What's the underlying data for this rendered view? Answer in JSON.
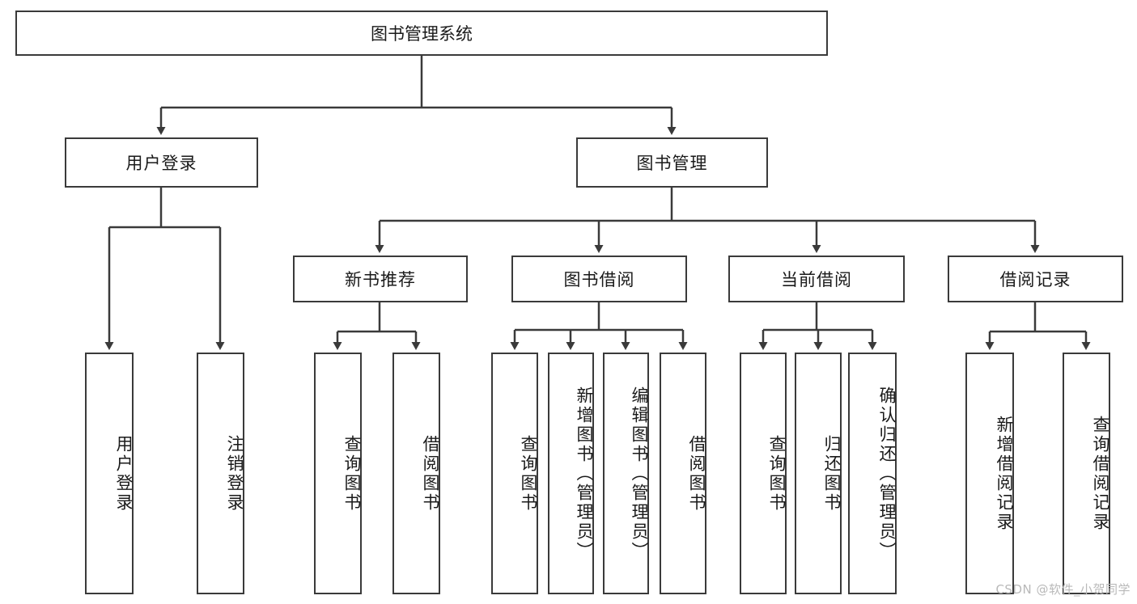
{
  "diagram": {
    "title": "图书管理系统",
    "type": "hierarchy-tree",
    "root": {
      "label": "图书管理系统"
    },
    "level2": [
      {
        "id": "user-login",
        "label": "用户登录"
      },
      {
        "id": "book-manage",
        "label": "图书管理"
      }
    ],
    "level3": [
      {
        "id": "new-book-recommend",
        "label": "新书推荐"
      },
      {
        "id": "book-borrow",
        "label": "图书借阅"
      },
      {
        "id": "current-borrow",
        "label": "当前借阅"
      },
      {
        "id": "borrow-record",
        "label": "借阅记录"
      }
    ],
    "leaves": {
      "user_login": [
        {
          "id": "leaf-user-login",
          "label": "用户登录"
        },
        {
          "id": "leaf-logout-login",
          "label": "注销登录"
        }
      ],
      "new_book_recommend": [
        {
          "id": "leaf-query-book-1",
          "label": "查询图书"
        },
        {
          "id": "leaf-borrow-book-1",
          "label": "借阅图书"
        }
      ],
      "book_borrow": [
        {
          "id": "leaf-query-book-2",
          "label": "查询图书"
        },
        {
          "id": "leaf-add-book",
          "label": "新增图书（管理员）"
        },
        {
          "id": "leaf-edit-book",
          "label": "编辑图书（管理员）"
        },
        {
          "id": "leaf-borrow-book-2",
          "label": "借阅图书"
        }
      ],
      "current_borrow": [
        {
          "id": "leaf-query-book-3",
          "label": "查询图书"
        },
        {
          "id": "leaf-return-book",
          "label": "归还图书"
        },
        {
          "id": "leaf-confirm-return",
          "label": "确认归还（管理员）"
        }
      ],
      "borrow_record": [
        {
          "id": "leaf-add-record",
          "label": "新增借阅记录"
        },
        {
          "id": "leaf-query-record",
          "label": "查询借阅记录"
        }
      ]
    }
  },
  "watermark": {
    "text": "CSDN @软件_小贺同学"
  },
  "colors": {
    "stroke": "#3a3a3a",
    "box_fill": "#ffffff",
    "text": "#1a1a1a",
    "watermark": "#b9b9b9",
    "background": "#ffffff"
  }
}
